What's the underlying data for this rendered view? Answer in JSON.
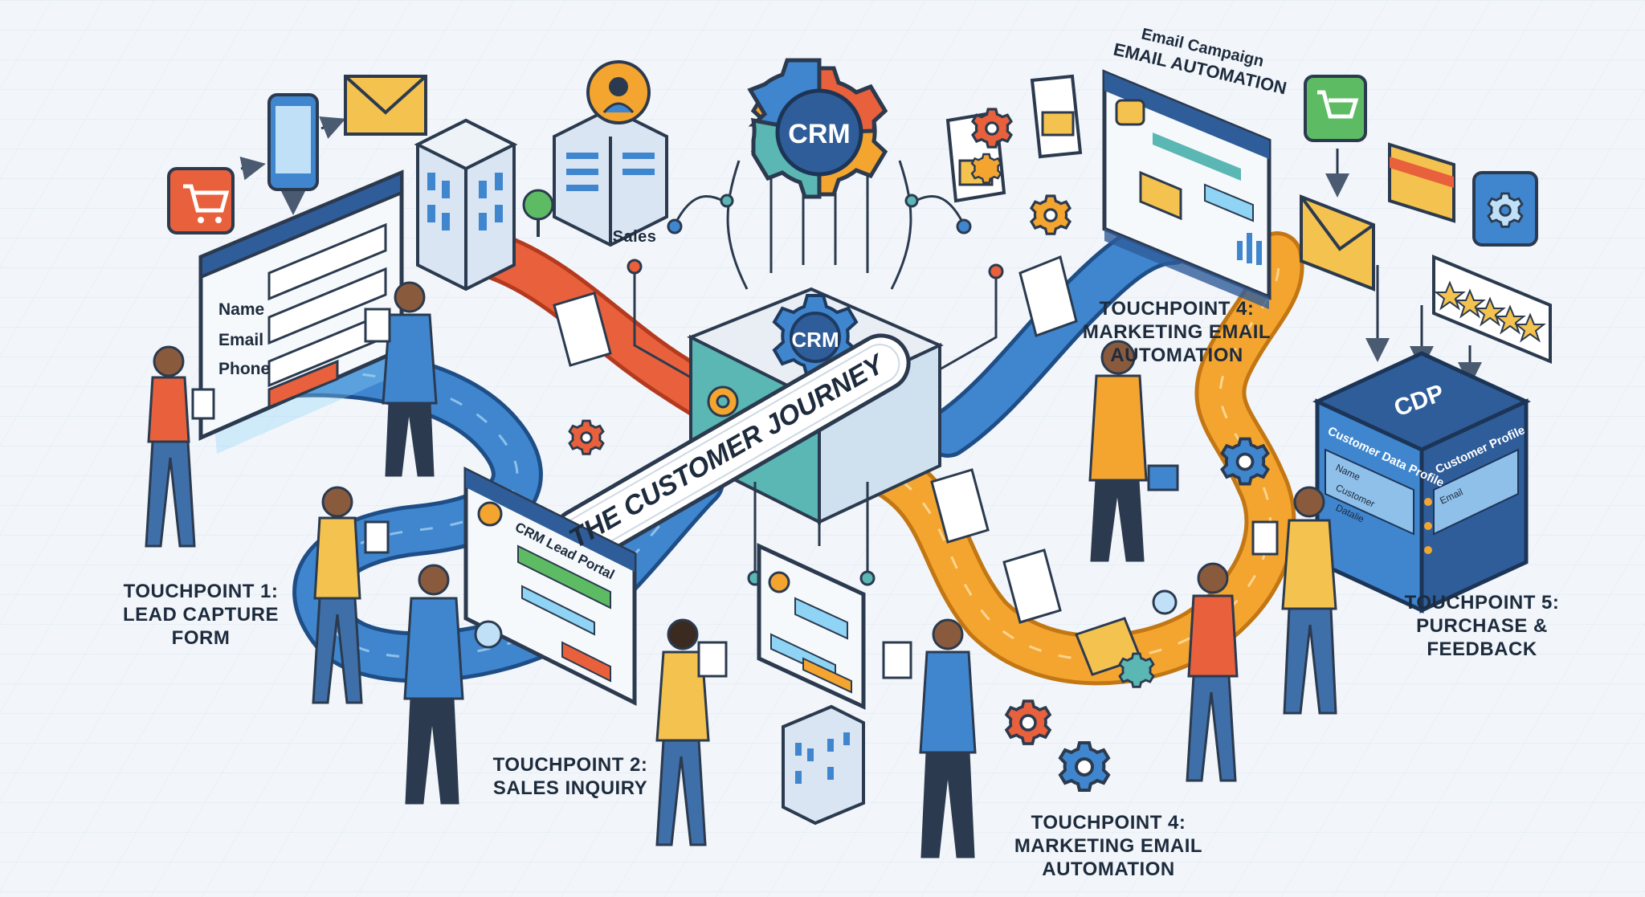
{
  "title": "THE CUSTOMER JOURNEY",
  "hub": {
    "label": "CRM",
    "top_label": "CRM"
  },
  "sales_label": "Sales",
  "email_campaign": {
    "line1": "Email Campaign",
    "line2": "EMAIL AUTOMATION"
  },
  "form": {
    "name": "Name",
    "email": "Email",
    "phone": "Phone"
  },
  "portal_label": "CRM Lead Portal",
  "cdp": {
    "label": "CDP",
    "panel1_title": "Customer Data Profile",
    "panel2_title": "Customer Profile",
    "rows1": [
      "Name",
      "Customer",
      "Datalie"
    ],
    "rows2": [
      "Email",
      "",
      ""
    ]
  },
  "touchpoints": [
    {
      "label": "TOUCHPOINT 1:\nLEAD CAPTURE FORM"
    },
    {
      "label": "TOUCHPOINT 2:\nSALES INQUIRY"
    },
    {
      "label": "TOUCHPOINT 4:\nMARKETING EMAIL\nAUTOMATION"
    },
    {
      "label": "TOUCHPOINT 4:\nMARKETING EMAIL\nAUTOMATION"
    },
    {
      "label": "TOUCHPOINT 5:\nPURCHASE & FEEDBACK"
    }
  ],
  "colors": {
    "blue_path": "#3f86cf",
    "orange_path": "#f4a52f",
    "red_path": "#e8603c",
    "hub_blue": "#2f5d9a",
    "background": "#f2f6fa"
  }
}
